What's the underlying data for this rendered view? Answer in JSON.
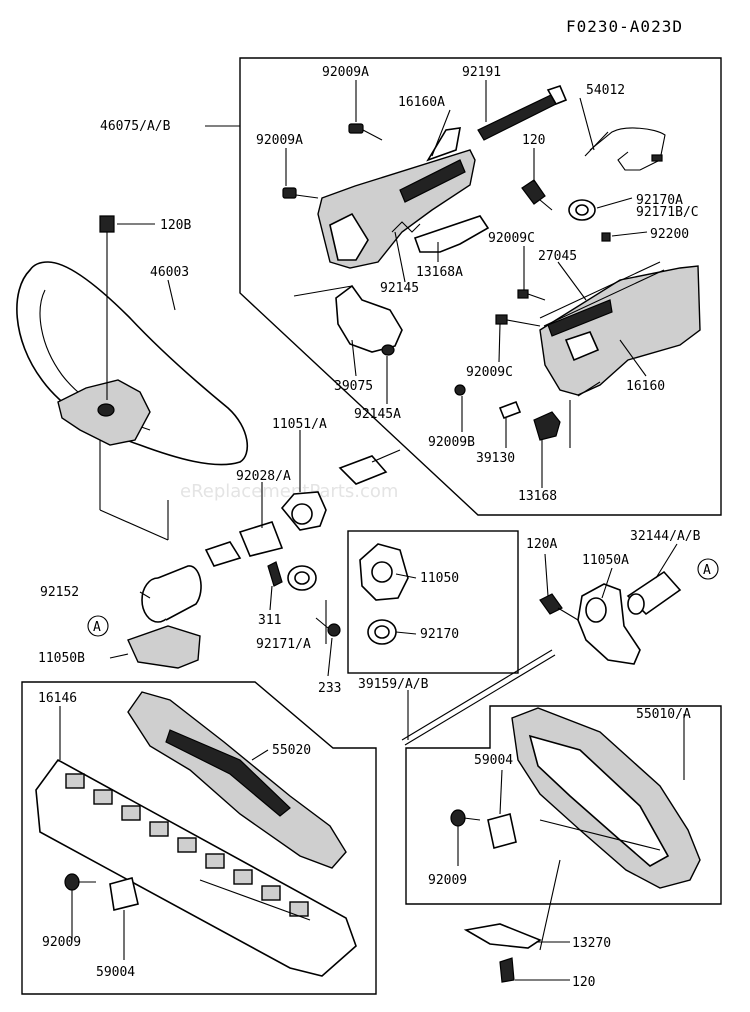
{
  "diagram": {
    "code": "F0230-A023D",
    "watermark": "eReplacementParts.com",
    "callout_letter": "A",
    "parts": [
      "92009A",
      "92191",
      "54012",
      "16160A",
      "46075/A/B",
      "92009A",
      "120",
      "92170A",
      "92171B/C",
      "92200",
      "120B",
      "46003",
      "92009C",
      "13168A",
      "27045",
      "92145",
      "39075",
      "92145A",
      "92009C",
      "16160",
      "92009B",
      "39130",
      "13168",
      "11051/A",
      "92028/A",
      "92152",
      "311",
      "92171/A",
      "233",
      "11050B",
      "11050",
      "92170",
      "120A",
      "11050A",
      "32144/A/B",
      "39159/A/B",
      "16146",
      "55020",
      "55010/A",
      "59004",
      "92009",
      "92009",
      "59004",
      "13270",
      "120"
    ]
  }
}
